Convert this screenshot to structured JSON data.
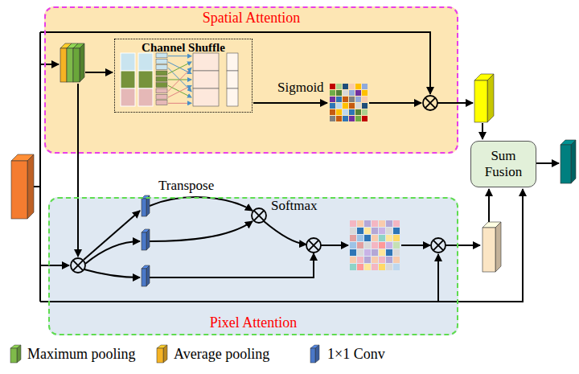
{
  "diagram": {
    "nodes": [
      {
        "text": [
          "Spatial Attention"
        ]
      },
      {
        "text": [
          "Channel Shuffle"
        ],
        "in": 0
      },
      {
        "text": [
          "Pixel Attention"
        ]
      },
      {
        "text": [
          "Sum Fusion"
        ]
      }
    ],
    "labels": [
      "Sigmoid",
      "Transpose",
      "Softmax"
    ],
    "legend": [
      {
        "text": "Maximum pooling"
      },
      {
        "text": "Average pooling"
      },
      {
        "text": "1×1 Conv"
      }
    ]
  }
}
